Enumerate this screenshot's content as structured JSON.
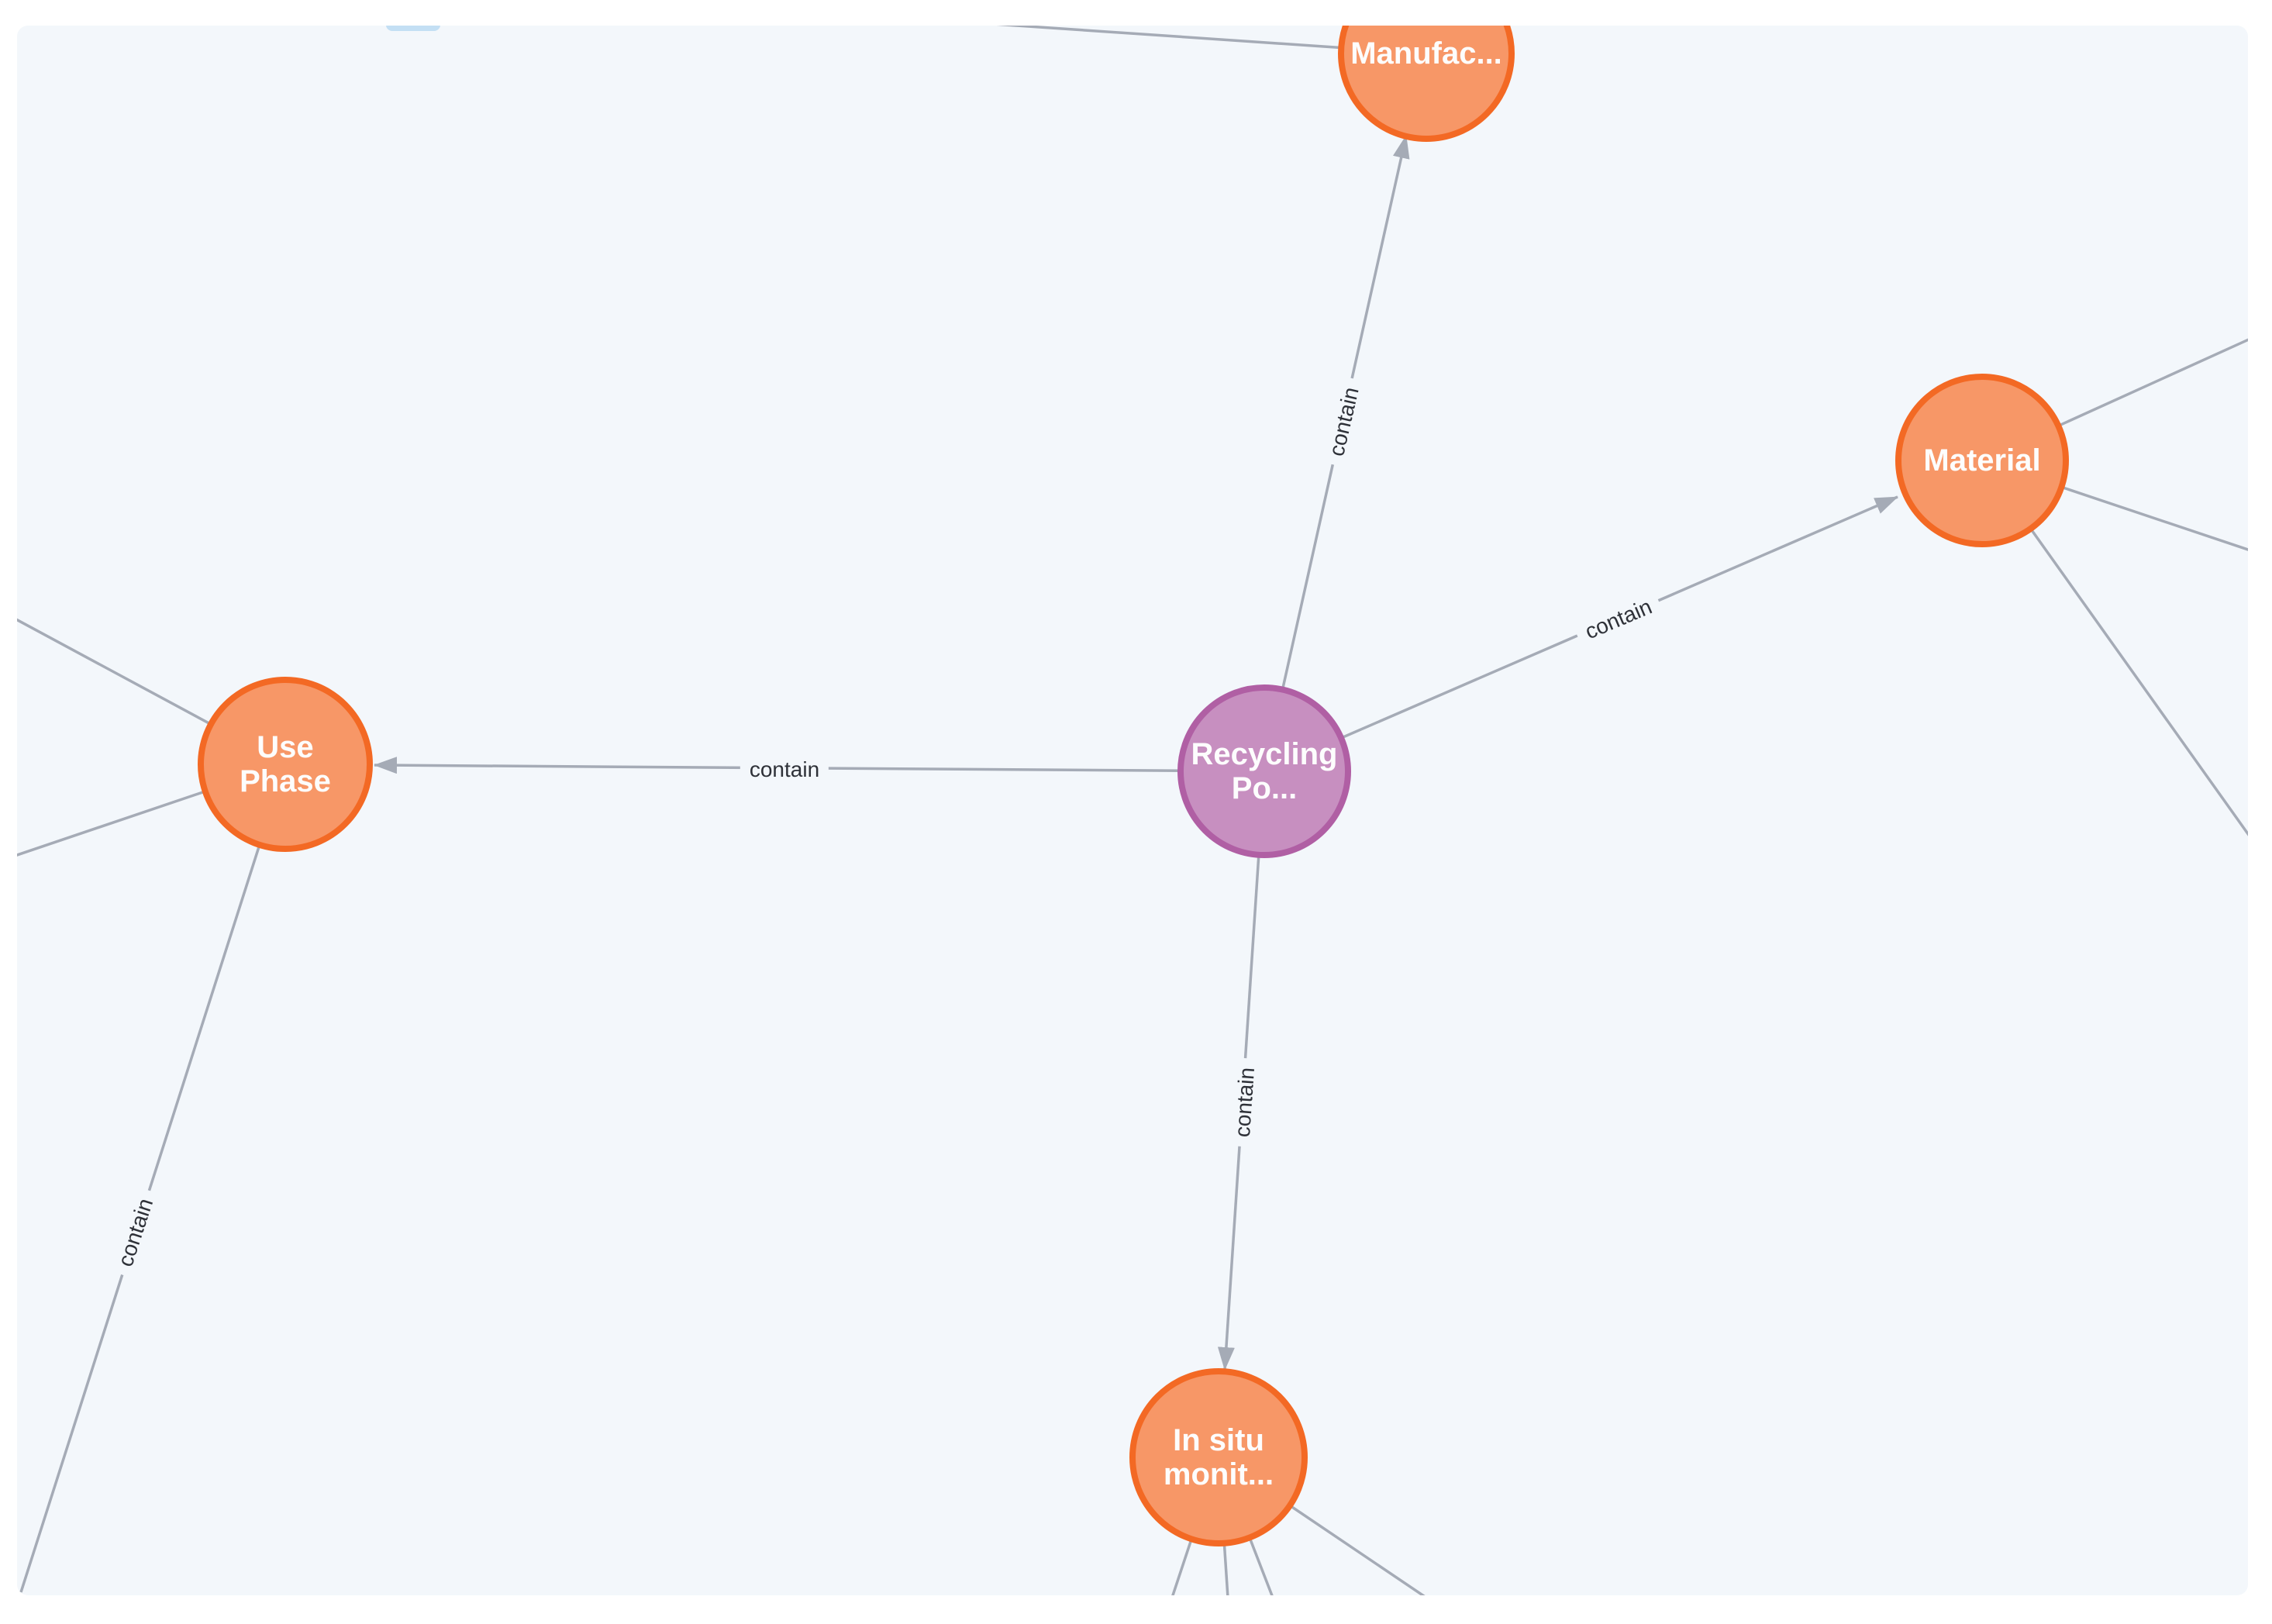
{
  "app": {
    "view": "graph-visualization"
  },
  "canvas": {
    "background": "#f3f7fb",
    "page_background": "#ffffff"
  },
  "colors": {
    "relationship": "#a5abb6",
    "relationship_label": "#2e3138",
    "node_text": "#ffffff",
    "orange_fill": "#f79767",
    "orange_stroke": "#f36924",
    "purple_fill": "#c78fc0",
    "purple_stroke": "#b05fa4"
  },
  "nodes": [
    {
      "name": "Manufac...",
      "line1": "Manufac...",
      "line2": "",
      "color": "orange"
    },
    {
      "name": "Material",
      "line1": "Material",
      "line2": "",
      "color": "orange"
    },
    {
      "name": "Use Phase",
      "line1": "Use",
      "line2": "Phase",
      "color": "orange"
    },
    {
      "name": "Recycling Po...",
      "line1": "Recycling",
      "line2": "Po...",
      "color": "purple"
    },
    {
      "name": "In situ monit...",
      "line1": "In situ",
      "line2": "monit...",
      "color": "orange"
    }
  ],
  "edges": [
    {
      "from": "Recycling Po...",
      "to": "Manufac...",
      "label": "contain"
    },
    {
      "from": "Recycling Po...",
      "to": "Material",
      "label": "contain"
    },
    {
      "from": "Recycling Po...",
      "to": "Use Phase",
      "label": "contain"
    },
    {
      "from": "Recycling Po...",
      "to": "In situ monit...",
      "label": "contain"
    },
    {
      "from": "Use Phase",
      "to": "offscreen-node",
      "label": "contain"
    }
  ]
}
